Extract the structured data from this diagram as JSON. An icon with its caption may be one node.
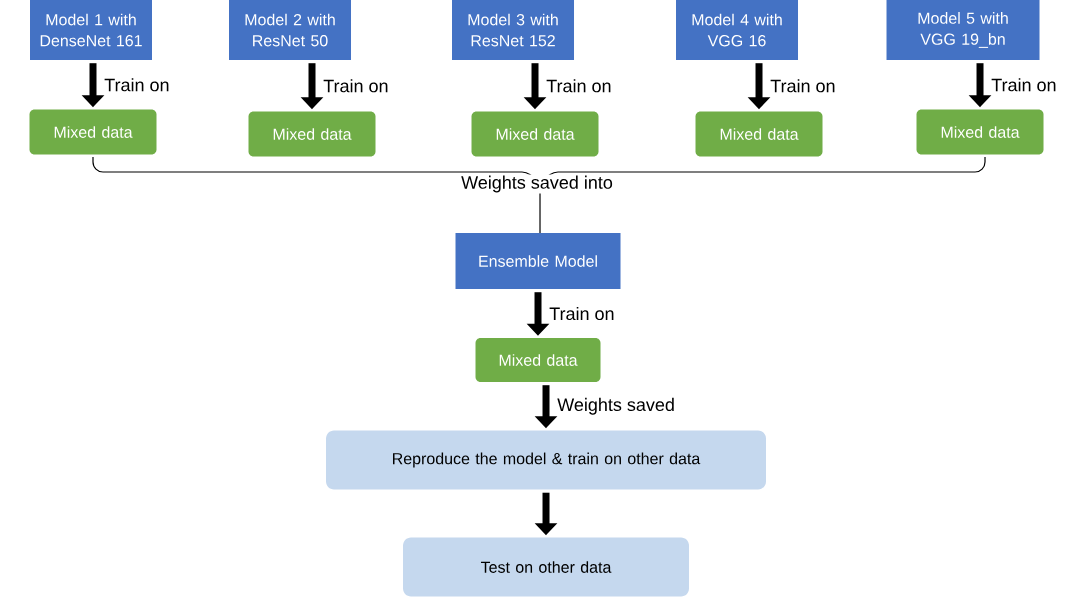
{
  "diagram": {
    "nodes": [
      {
        "text": [
          "Model 1 with DenseNet 161"
        ]
      },
      {
        "text": [
          "Model 2 with ResNet 50"
        ]
      },
      {
        "text": [
          "Model 3 with ResNet 152"
        ]
      },
      {
        "text": [
          "Model 4 with VGG 16"
        ]
      },
      {
        "text": [
          "Model 5 with VGG 19_bn"
        ]
      },
      {
        "text": [
          "Mixed data"
        ]
      },
      {
        "text": [
          "Mixed data"
        ]
      },
      {
        "text": [
          "Mixed data"
        ]
      },
      {
        "text": [
          "Mixed data"
        ]
      },
      {
        "text": [
          "Mixed data"
        ]
      },
      {
        "text": [
          "Ensemble Model"
        ]
      },
      {
        "text": [
          "Mixed data"
        ]
      },
      {
        "text": [
          "Reproduce the model & train on other data"
        ]
      },
      {
        "text": [
          "Test on other data"
        ]
      }
    ],
    "edges": [
      {
        "from": 0,
        "to": 5,
        "arrow": "to",
        "label": "Train on"
      },
      {
        "from": 1,
        "to": 6,
        "arrow": "to",
        "label": "Train on"
      },
      {
        "from": 2,
        "to": 7,
        "arrow": "to",
        "label": "Train on"
      },
      {
        "from": 3,
        "to": 8,
        "arrow": "to",
        "label": "Train on"
      },
      {
        "from": 4,
        "to": 9,
        "arrow": "to",
        "label": "Train on"
      },
      {
        "from": 10,
        "to": 11,
        "arrow": "to",
        "label": "Train on"
      },
      {
        "from": 11,
        "to": 12,
        "arrow": "to",
        "label": "Weights saved"
      },
      {
        "from": 12,
        "to": 13,
        "arrow": "to"
      }
    ],
    "labels": [
      "Weights saved into"
    ]
  }
}
